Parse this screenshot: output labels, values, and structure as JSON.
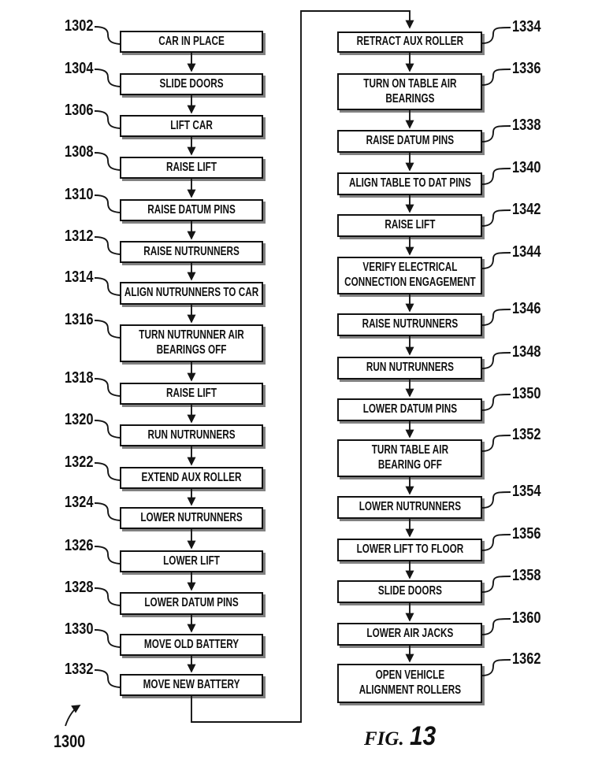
{
  "figure": {
    "caption_prefix": "FIG.",
    "caption_number": "13",
    "diagram_ref": "1300"
  },
  "flow": {
    "left_column": [
      {
        "ref": "1302",
        "label": "CAR IN PLACE"
      },
      {
        "ref": "1304",
        "label": "SLIDE DOORS"
      },
      {
        "ref": "1306",
        "label": "LIFT CAR"
      },
      {
        "ref": "1308",
        "label": "RAISE LIFT"
      },
      {
        "ref": "1310",
        "label": "RAISE DATUM PINS"
      },
      {
        "ref": "1312",
        "label": "RAISE NUTRUNNERS"
      },
      {
        "ref": "1314",
        "label": "ALIGN NUTRUNNERS TO CAR"
      },
      {
        "ref": "1316",
        "label": "TURN NUTRUNNER AIR\nBEARINGS OFF"
      },
      {
        "ref": "1318",
        "label": "RAISE LIFT"
      },
      {
        "ref": "1320",
        "label": "RUN NUTRUNNERS"
      },
      {
        "ref": "1322",
        "label": "EXTEND AUX ROLLER"
      },
      {
        "ref": "1324",
        "label": "LOWER NUTRUNNERS"
      },
      {
        "ref": "1326",
        "label": "LOWER LIFT"
      },
      {
        "ref": "1328",
        "label": "LOWER DATUM PINS"
      },
      {
        "ref": "1330",
        "label": "MOVE OLD BATTERY"
      },
      {
        "ref": "1332",
        "label": "MOVE NEW BATTERY"
      }
    ],
    "right_column": [
      {
        "ref": "1334",
        "label": "RETRACT AUX ROLLER"
      },
      {
        "ref": "1336",
        "label": "TURN ON TABLE AIR\nBEARINGS"
      },
      {
        "ref": "1338",
        "label": "RAISE DATUM PINS"
      },
      {
        "ref": "1340",
        "label": "ALIGN TABLE TO DAT PINS"
      },
      {
        "ref": "1342",
        "label": "RAISE LIFT"
      },
      {
        "ref": "1344",
        "label": "VERIFY ELECTRICAL\nCONNECTION ENGAGEMENT"
      },
      {
        "ref": "1346",
        "label": "RAISE NUTRUNNERS"
      },
      {
        "ref": "1348",
        "label": "RUN NUTRUNNERS"
      },
      {
        "ref": "1350",
        "label": "LOWER DATUM PINS"
      },
      {
        "ref": "1352",
        "label": "TURN TABLE AIR\nBEARING OFF"
      },
      {
        "ref": "1354",
        "label": "LOWER NUTRUNNERS"
      },
      {
        "ref": "1356",
        "label": "LOWER LIFT TO FLOOR"
      },
      {
        "ref": "1358",
        "label": "SLIDE DOORS"
      },
      {
        "ref": "1360",
        "label": "LOWER AIR JACKS"
      },
      {
        "ref": "1362",
        "label": "OPEN VEHICLE\nALIGNMENT ROLLERS"
      }
    ]
  }
}
